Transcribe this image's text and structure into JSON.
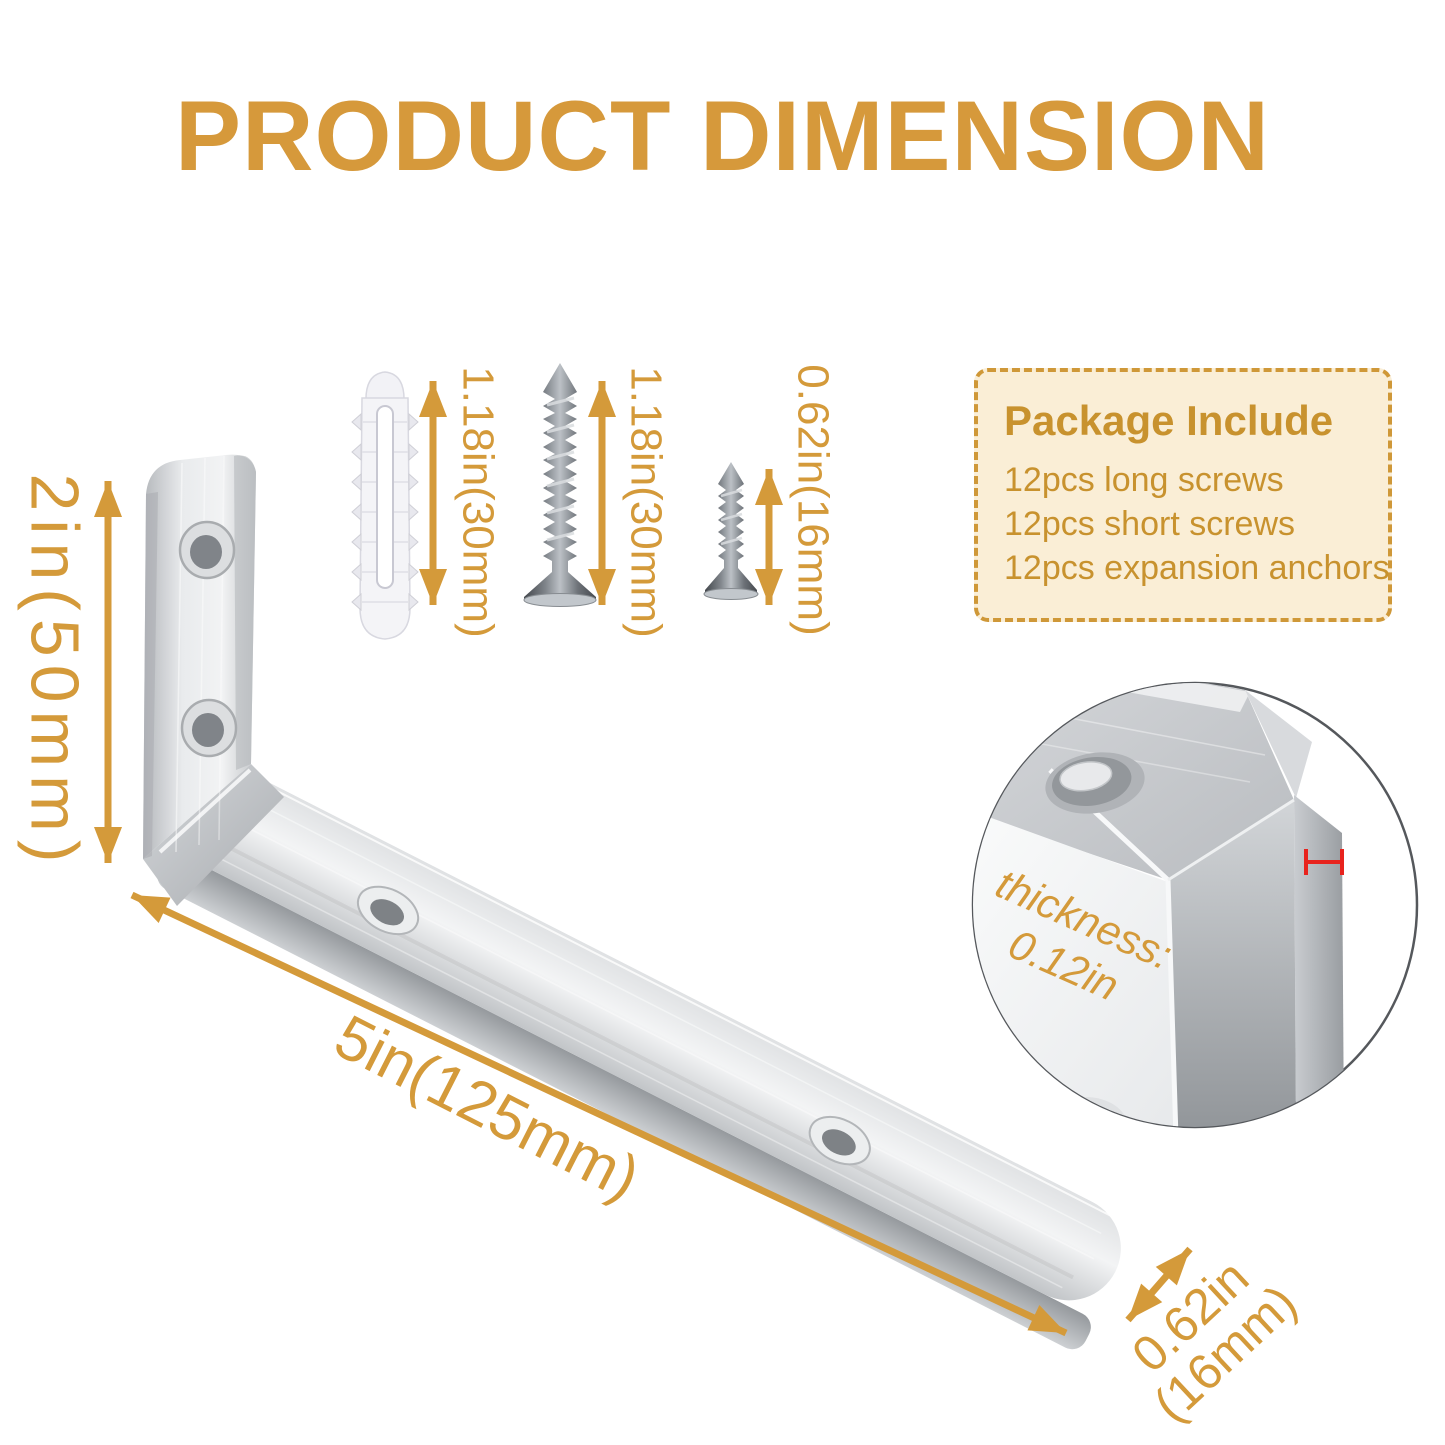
{
  "title": "PRODUCT DIMENSION",
  "colors": {
    "accent": "#d49a3a",
    "accent_deep": "#c8922e",
    "title": "#d6993b",
    "box_bg": "#faeed6",
    "box_border": "#cf9838",
    "marker_red": "#e8231d"
  },
  "bracket": {
    "height_label": "2in(50mm)",
    "length_label": "5in(125mm)",
    "width_label_line1": "0.62in",
    "width_label_line2": "(16mm)",
    "thickness_label_line1": "thickness:",
    "thickness_label_line2": "0.12in"
  },
  "hardware": {
    "anchor": {
      "name": "expansion-anchor",
      "dim": "1.18in(30mm)"
    },
    "long_screw": {
      "name": "long-screw",
      "dim": "1.18in(30mm)"
    },
    "short_screw": {
      "name": "short-screw",
      "dim": "0.62in(16mm)"
    }
  },
  "package": {
    "title": "Package Include",
    "items": [
      "12pcs long screws",
      "12pcs short screws",
      "12pcs expansion anchors"
    ]
  }
}
